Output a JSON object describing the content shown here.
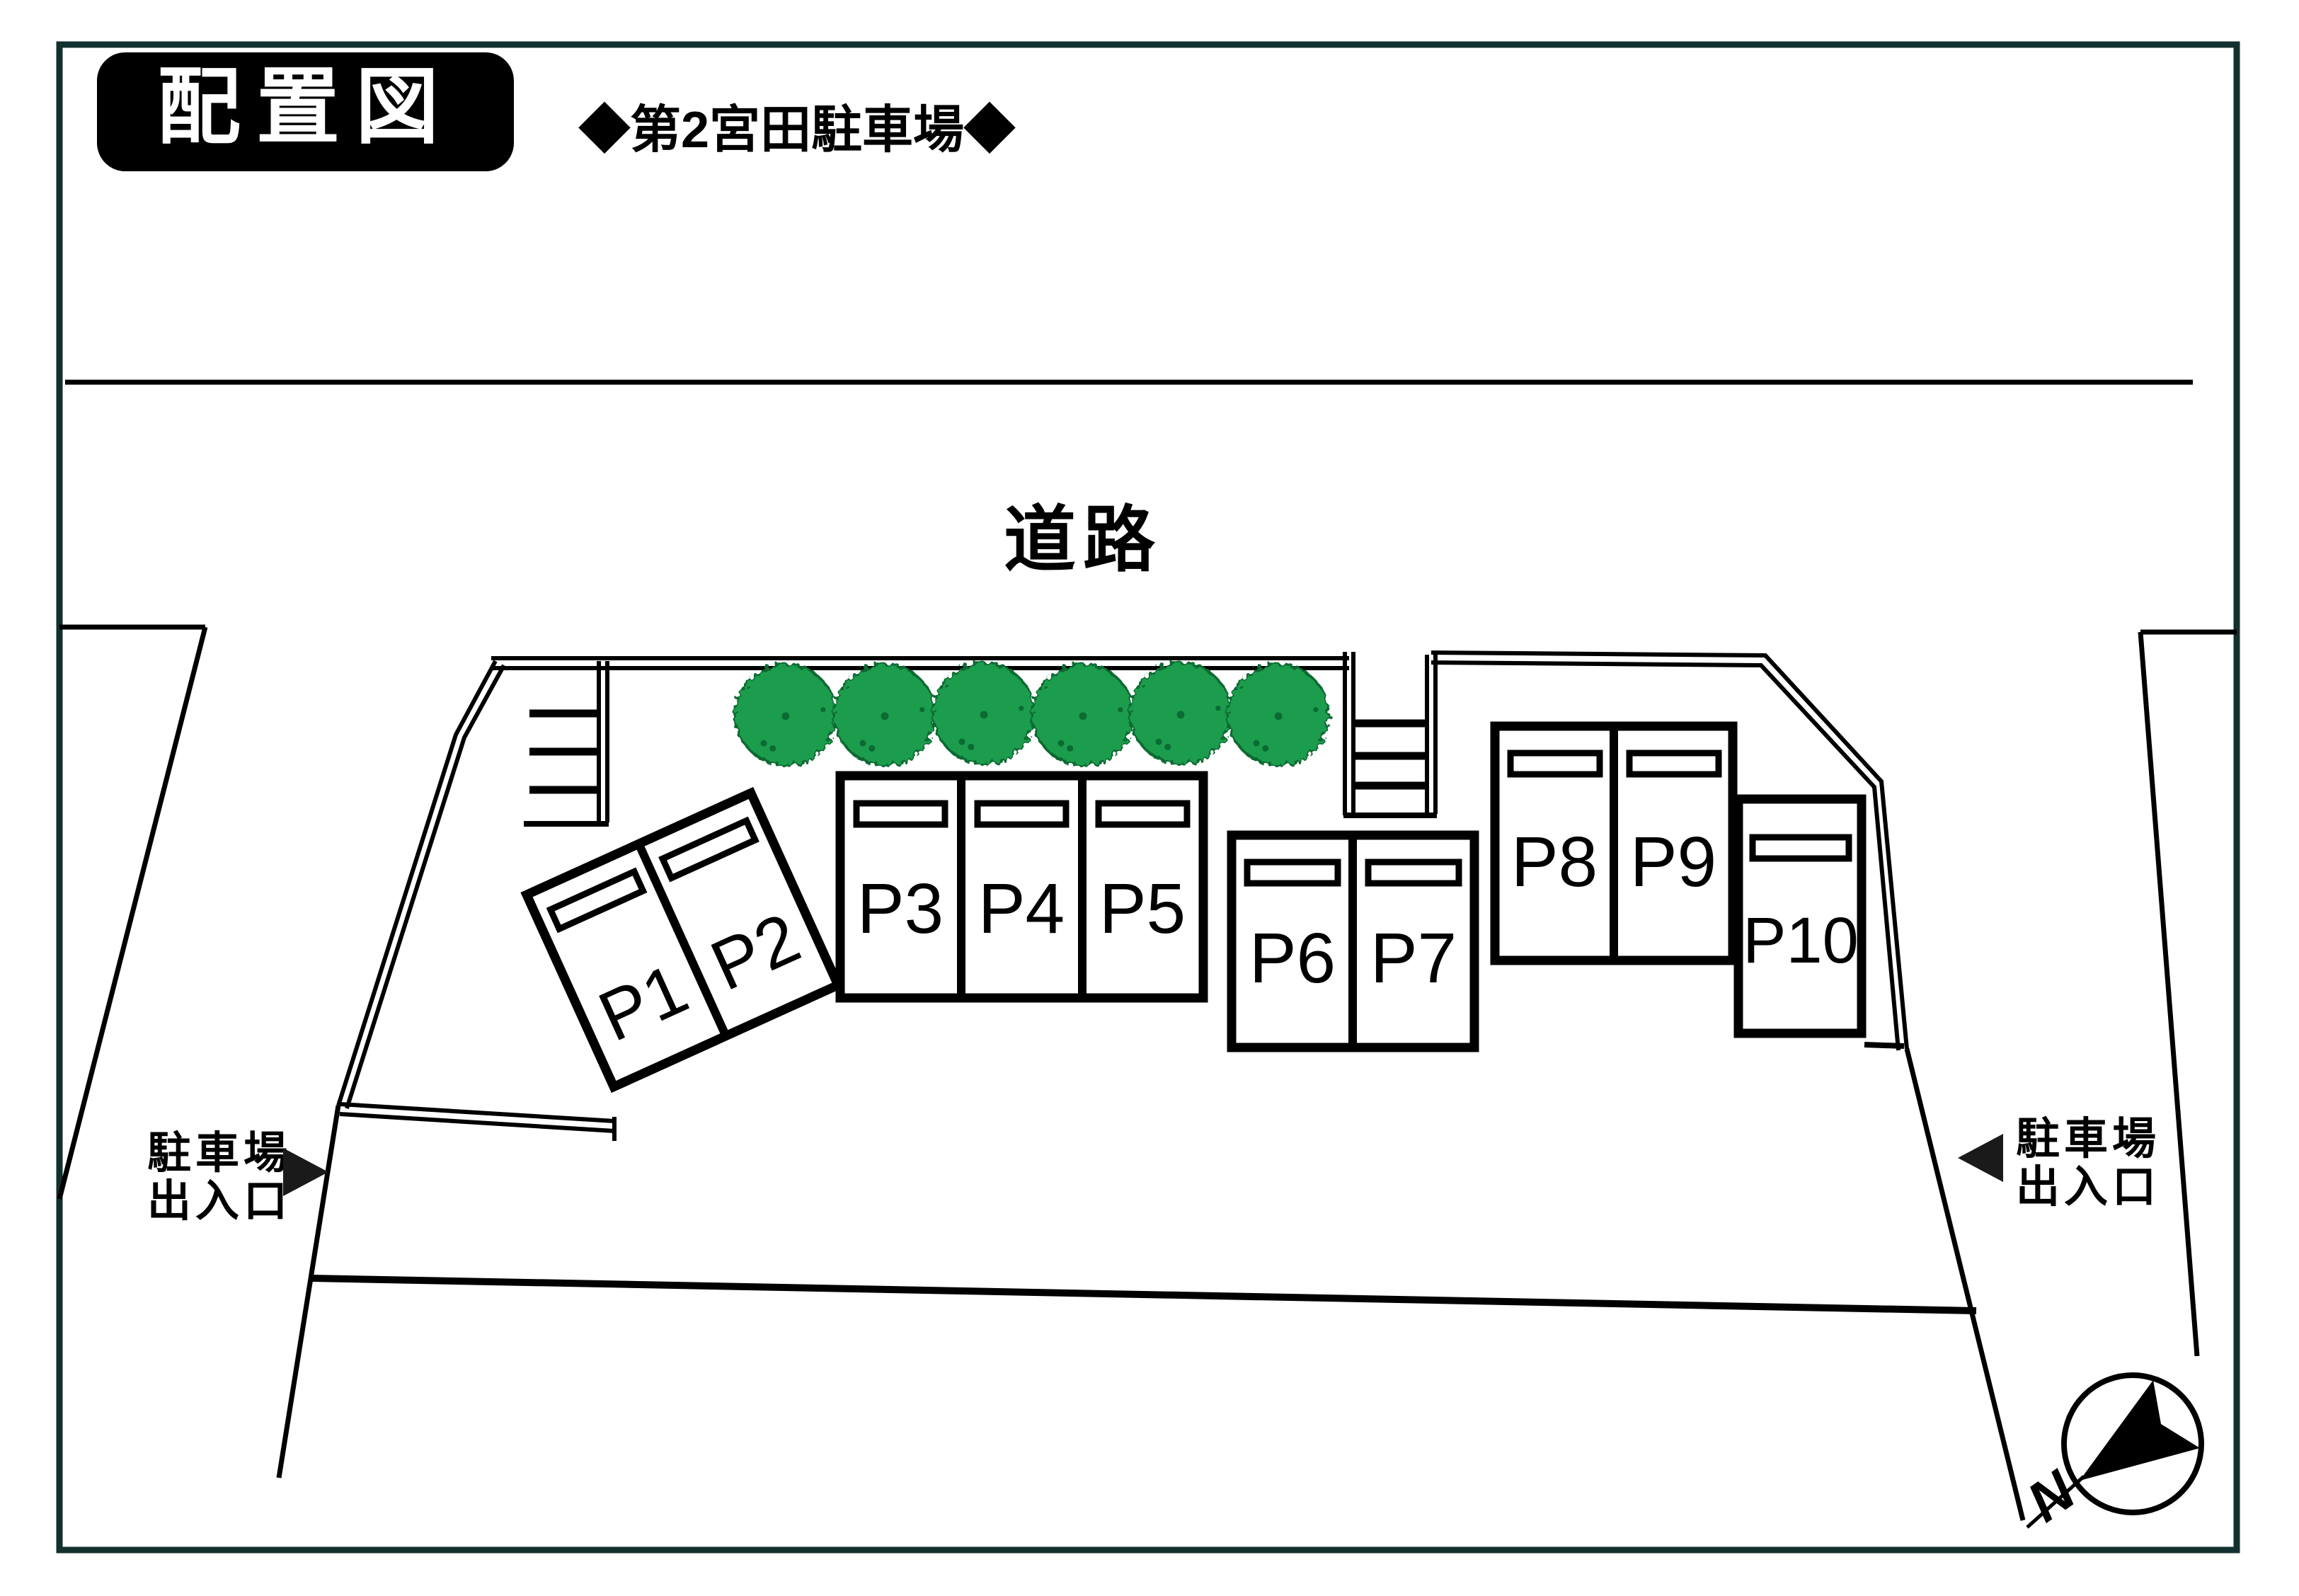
{
  "header": {
    "title": "配置図",
    "subtitle": "◆第2宮田駐車場◆"
  },
  "map": {
    "road_label": "道路",
    "entrance_left": {
      "line1": "駐車場",
      "line2": "出入口"
    },
    "entrance_right": {
      "line1": "駐車場",
      "line2": "出入口"
    },
    "compass": {
      "label": "N"
    },
    "trees": {
      "count": 6,
      "color": "#1f9d4e",
      "dot_color": "#0b6b33"
    }
  },
  "parking": {
    "spaces": [
      {
        "label": "P1"
      },
      {
        "label": "P2"
      },
      {
        "label": "P3"
      },
      {
        "label": "P4"
      },
      {
        "label": "P5"
      },
      {
        "label": "P6"
      },
      {
        "label": "P7"
      },
      {
        "label": "P8"
      },
      {
        "label": "P9"
      },
      {
        "label": "P10"
      }
    ]
  },
  "colors": {
    "line": "#000000",
    "page_border": "#12302e",
    "title_bg": "#000000",
    "title_fg": "#ffffff"
  }
}
